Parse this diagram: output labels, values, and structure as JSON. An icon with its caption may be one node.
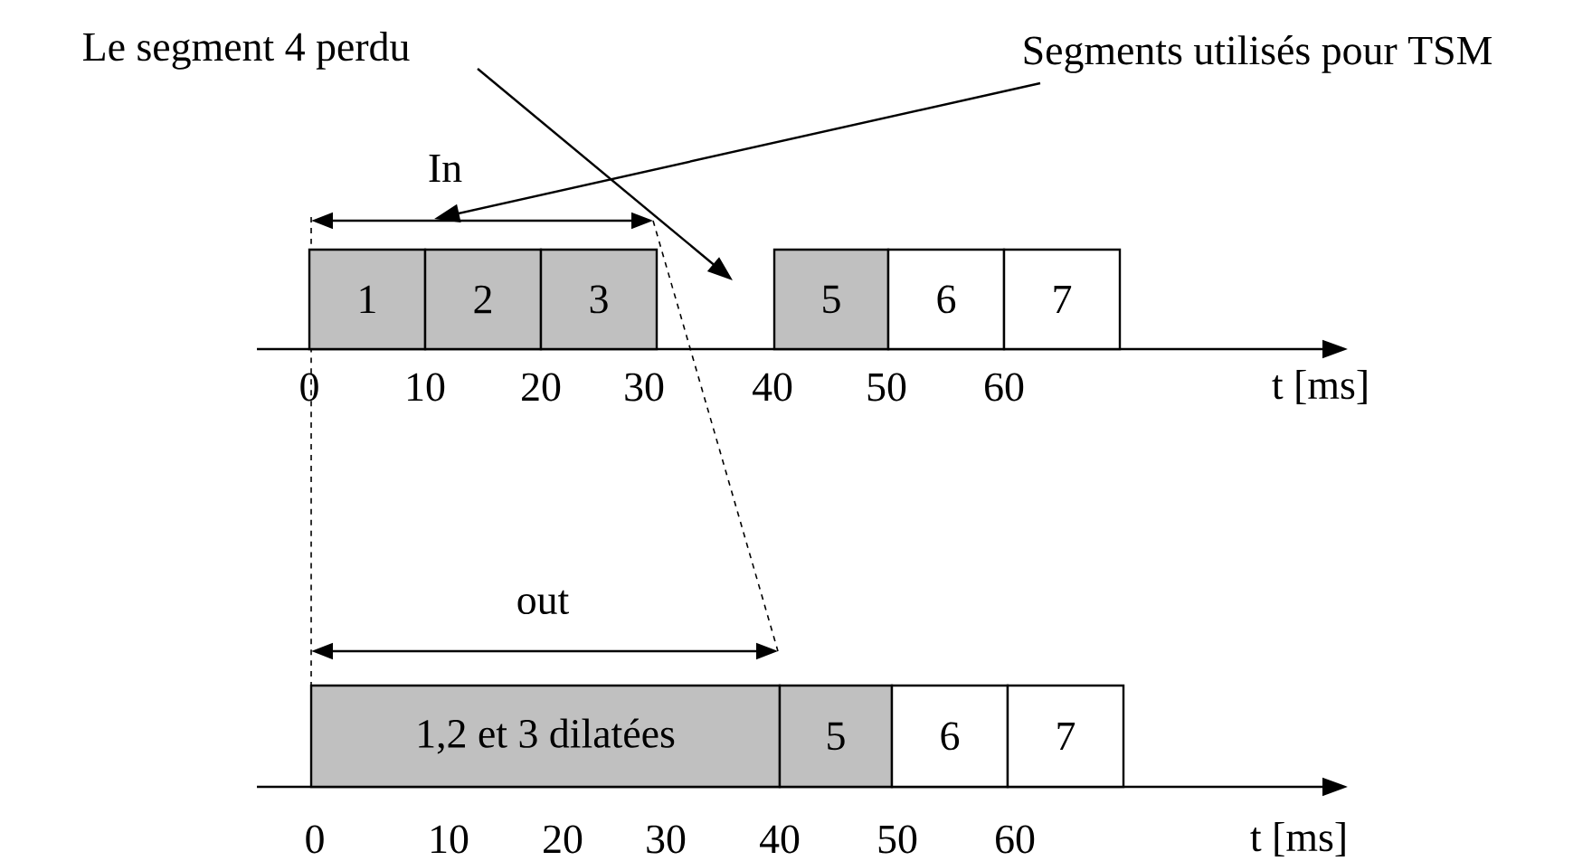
{
  "diagram": {
    "nodes": [
      {
        "text": [
          "Le segment 4 perdu"
        ]
      },
      {
        "text": [
          "Segments utilisés pour TSM"
        ]
      },
      {
        "text": [
          "In"
        ]
      },
      {
        "text": [
          "1"
        ]
      },
      {
        "text": [
          "2"
        ]
      },
      {
        "text": [
          "3"
        ]
      },
      {
        "text": [
          "5"
        ]
      },
      {
        "text": [
          "6"
        ]
      },
      {
        "text": [
          "7"
        ]
      },
      {
        "text": [
          "1,2 et 3 dilatées"
        ]
      },
      {
        "text": [
          "5"
        ]
      },
      {
        "text": [
          "6"
        ]
      },
      {
        "text": [
          "7"
        ]
      }
    ],
    "edges": [
      {
        "from": 0,
        "to": null,
        "arrow": "to"
      },
      {
        "from": 1,
        "to": 2,
        "arrow": "to"
      }
    ],
    "labels": [
      "0",
      "10",
      "20",
      "30",
      "40",
      "50",
      "60",
      "t [ms]",
      "out",
      "0",
      "10",
      "20",
      "30",
      "40",
      "50",
      "60",
      "t [ms]"
    ]
  }
}
